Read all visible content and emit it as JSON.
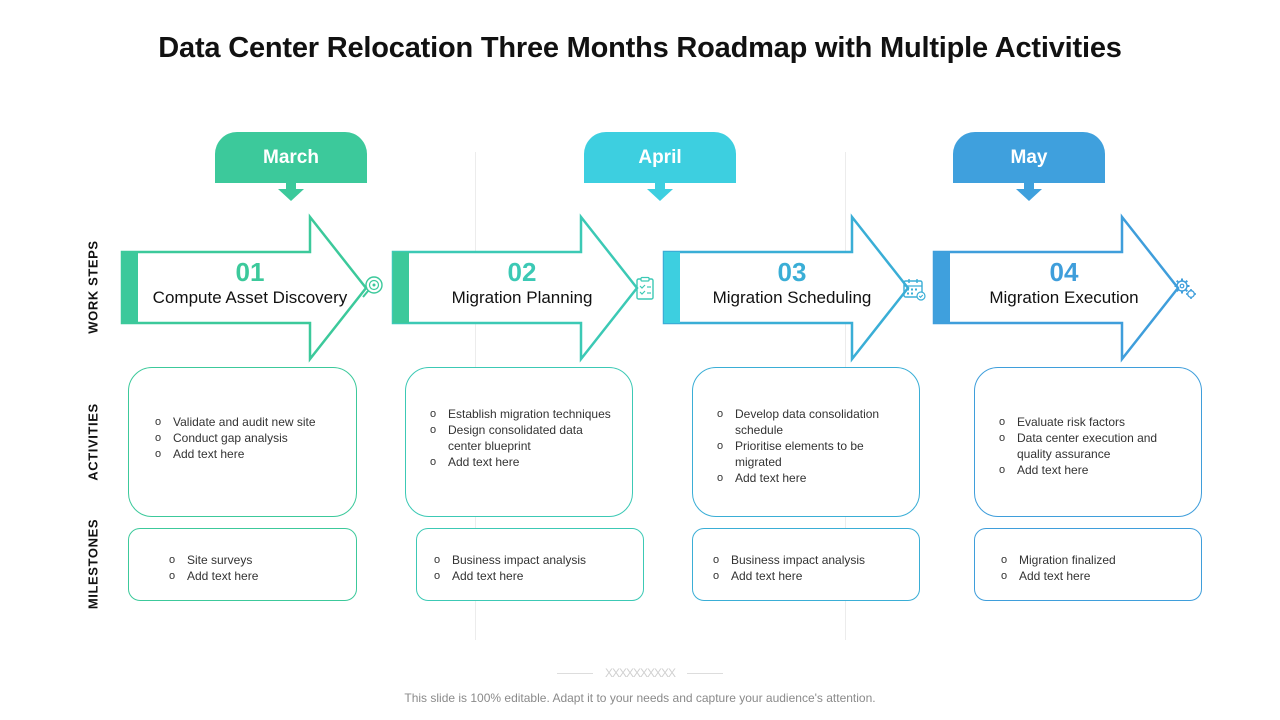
{
  "title": "Data Center Relocation Three Months Roadmap with Multiple Activities",
  "row_labels": {
    "work_steps": "WORK STEPS",
    "activities": "ACTIVITIES",
    "milestones": "MILESTONES"
  },
  "months": [
    {
      "label": "March",
      "color": "#3cc99b"
    },
    {
      "label": "April",
      "color": "#3dcfe0"
    },
    {
      "label": "May",
      "color": "#3fa0dd"
    }
  ],
  "steps": [
    {
      "number": "01",
      "name": "Compute Asset Discovery",
      "icon": "target-search-icon",
      "color": "#3cc99b"
    },
    {
      "number": "02",
      "name": "Migration Planning",
      "icon": "clipboard-plan-icon",
      "color": "#3cc9b5"
    },
    {
      "number": "03",
      "name": "Migration Scheduling",
      "icon": "calendar-icon",
      "color": "#3aaed6"
    },
    {
      "number": "04",
      "name": "Migration Execution",
      "icon": "gears-icon",
      "color": "#3f9edb"
    }
  ],
  "activities": [
    [
      "Validate and audit new site",
      "Conduct gap analysis",
      "Add text here"
    ],
    [
      "Establish migration techniques",
      "Design consolidated data center blueprint",
      "Add text here"
    ],
    [
      "Develop data consolidation schedule",
      "Prioritise elements to be migrated",
      "Add text here"
    ],
    [
      "Evaluate risk factors",
      "Data center execution and quality assurance",
      "Add text here"
    ]
  ],
  "milestones": [
    [
      "Site surveys",
      "Add text here"
    ],
    [
      "Business impact analysis",
      "Add text here"
    ],
    [
      "Business impact analysis",
      "Add text here"
    ],
    [
      "Migration finalized",
      "Add text here"
    ]
  ],
  "footer_decoration": "XXXXXXXXXX",
  "footer": "This slide is 100% editable. Adapt it to your needs and capture your audience's attention."
}
